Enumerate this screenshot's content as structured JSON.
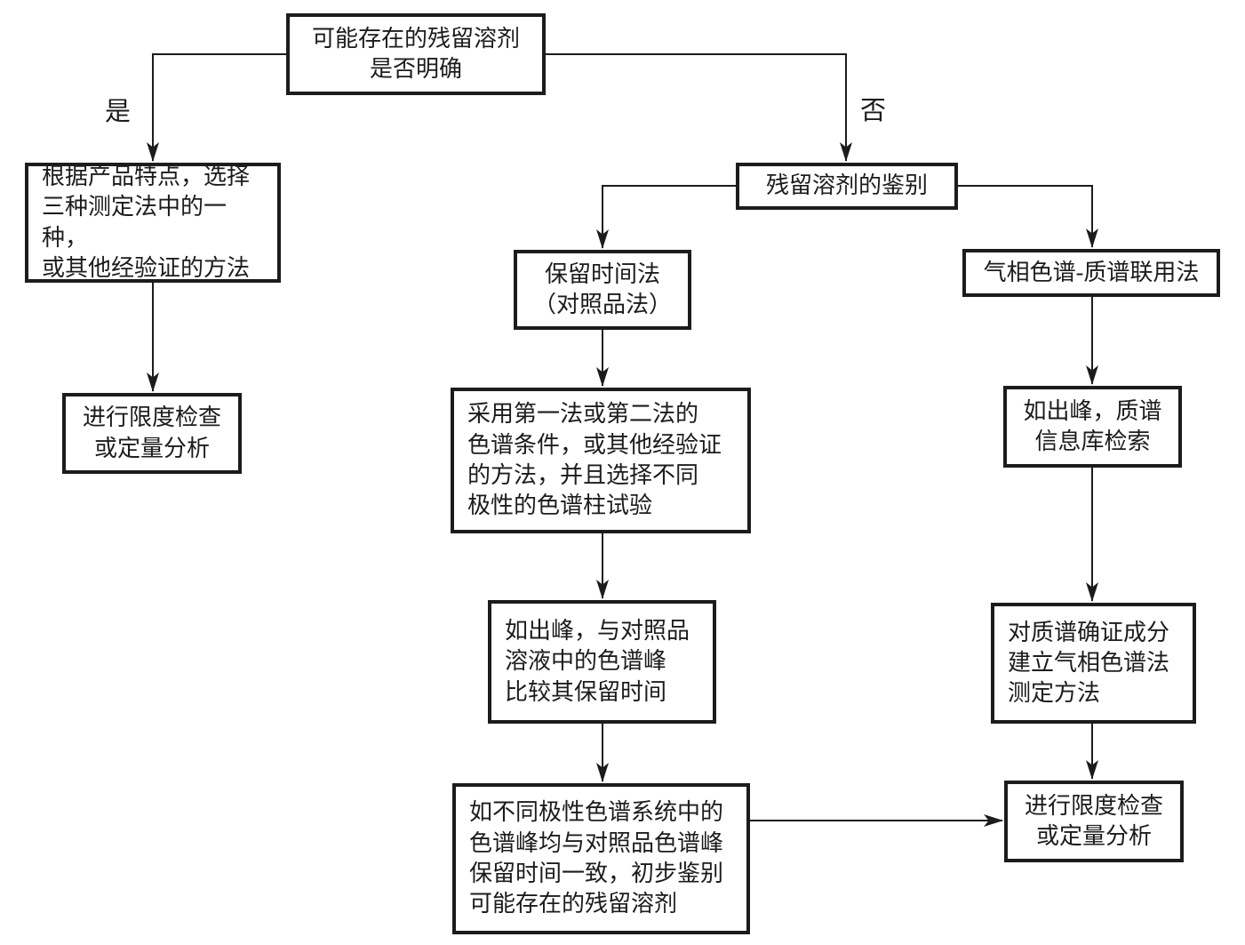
{
  "diagram": {
    "title_hint": "residual-solvent-testing-flowchart",
    "line_color": "#1c1c1c",
    "background_color": "#ffffff",
    "edge_labels": {
      "yes": "是",
      "no": "否"
    },
    "nodes": {
      "start": "可能存在的残留溶剂\n是否明确",
      "select_method": "根据产品特点，选择\n三种测定法中的一种，\n或其他经验证的方法",
      "limit_check_left": "进行限度检查\n或定量分析",
      "identify": "残留溶剂的鉴别",
      "retention_time": "保留时间法\n（对照品法）",
      "gc_ms": "气相色谱-质谱联用法",
      "conditions": "采用第一法或第二法的\n色谱条件，或其他经验证\n的方法，并且选择不同\n极性的色谱柱试验",
      "ms_library_search": "如出峰，质谱\n信息库检索",
      "compare_retention": "如出峰，与对照品\n溶液中的色谱峰\n比较其保留时间",
      "build_gc_method": "对质谱确证成分\n建立气相色谱法\n测定方法",
      "preliminary_id": "如不同极性色谱系统中的\n色谱峰均与对照品色谱峰\n保留时间一致，初步鉴别\n可能存在的残留溶剂",
      "limit_check_right": "进行限度检查\n或定量分析"
    }
  }
}
